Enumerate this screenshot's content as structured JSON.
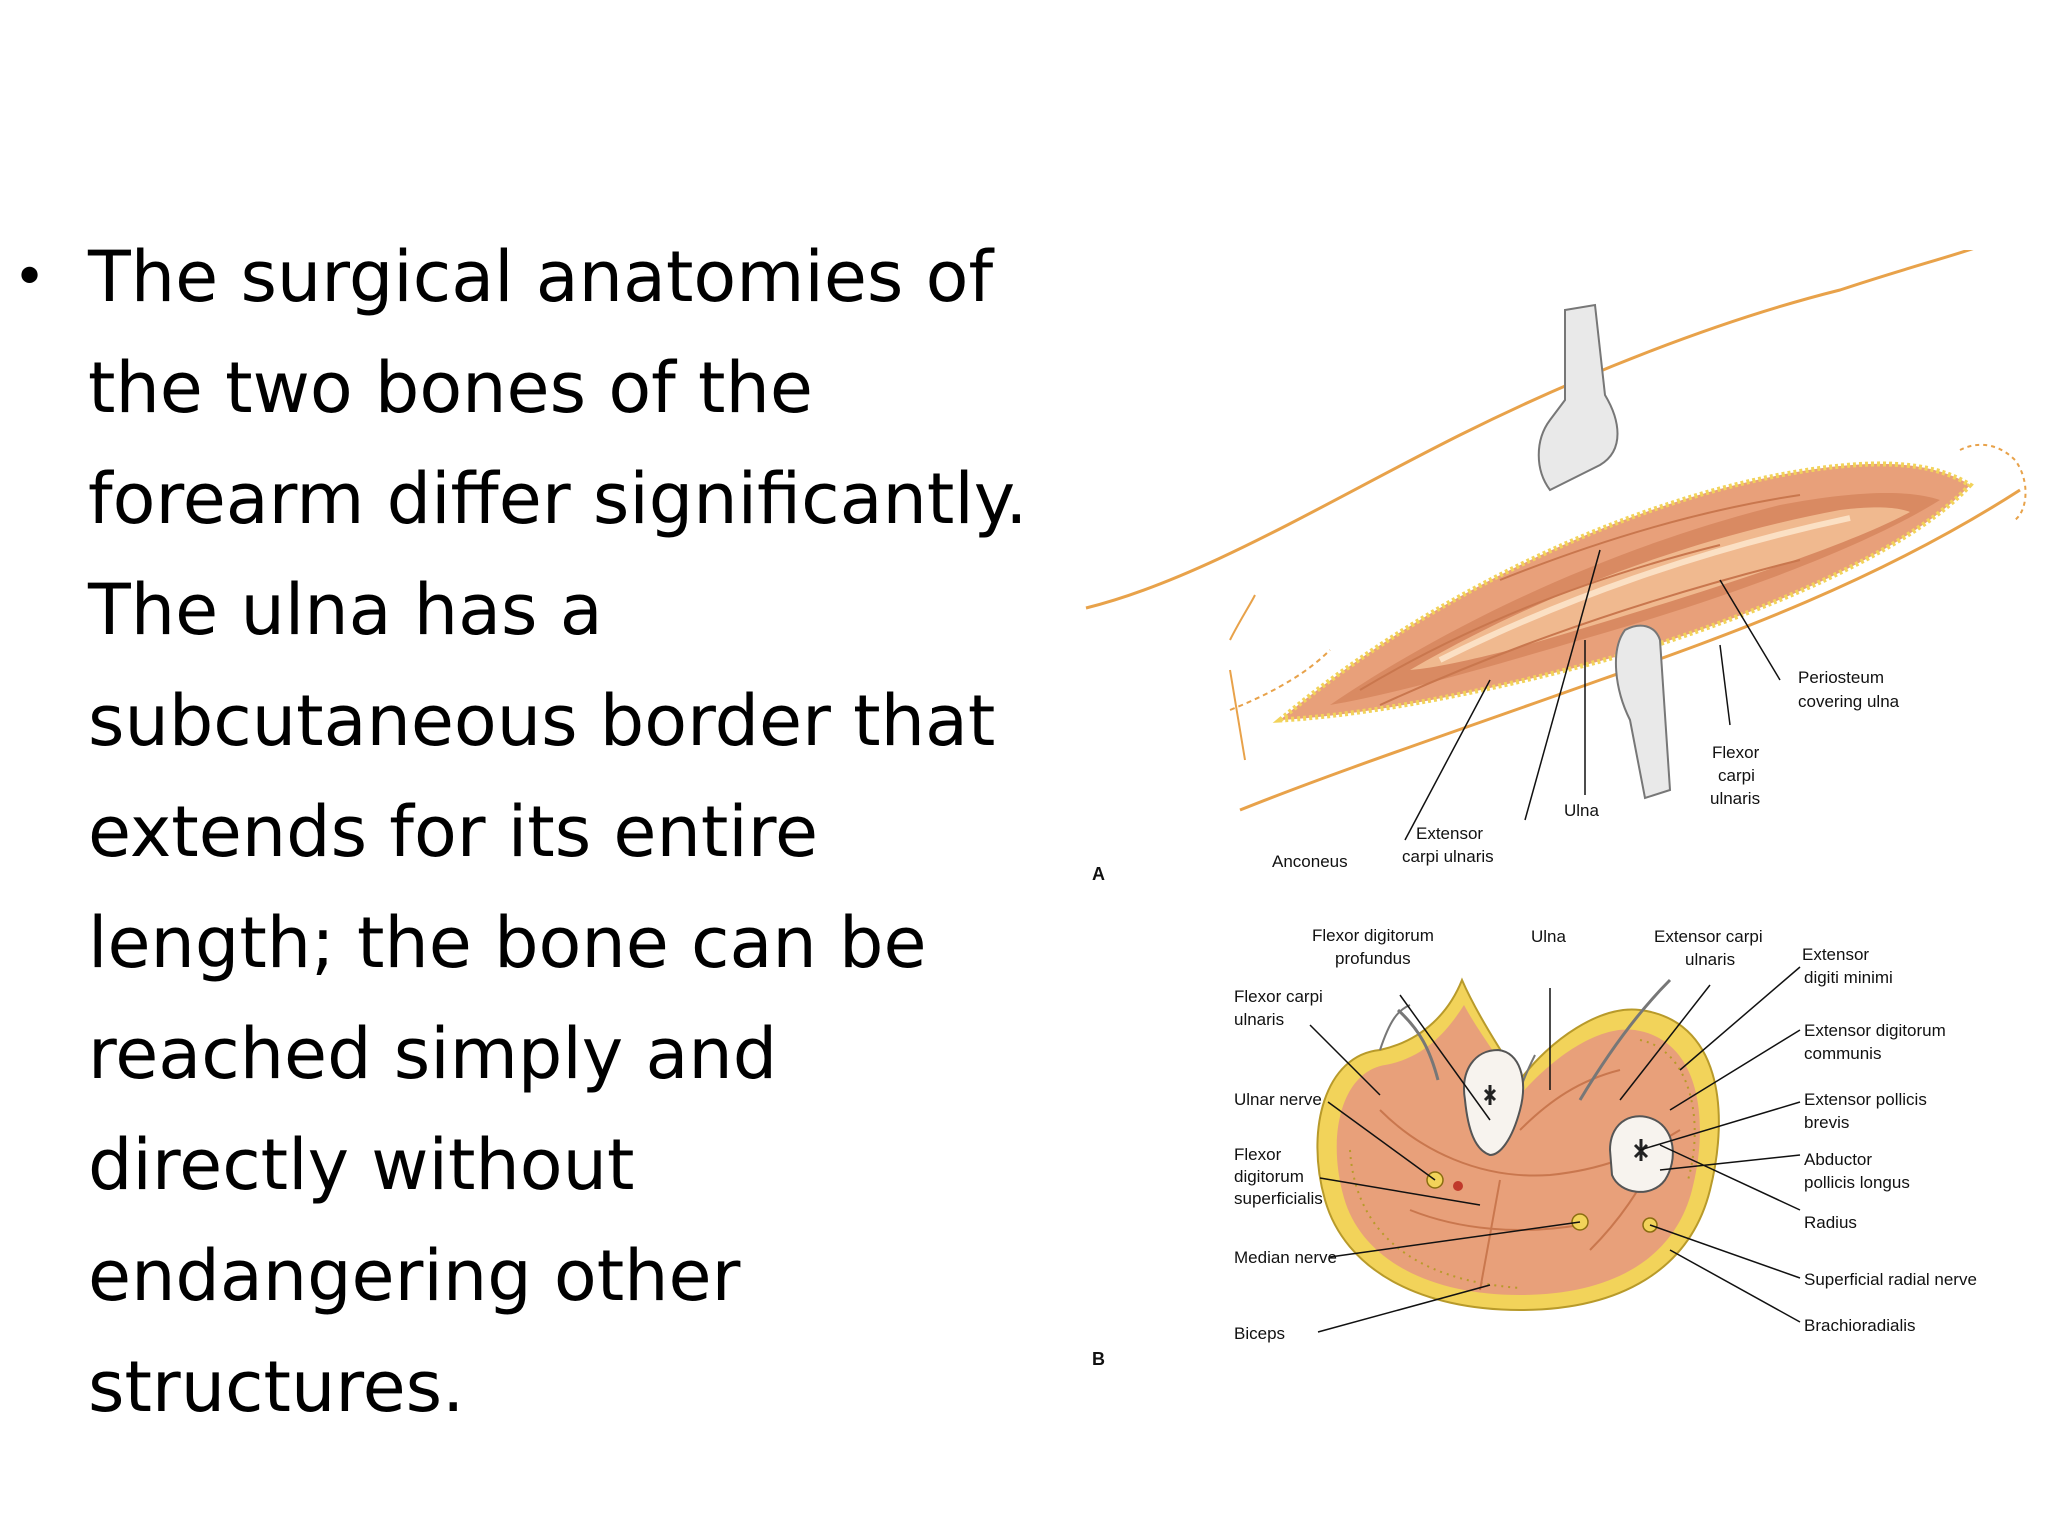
{
  "slide": {
    "bullet": "•",
    "lines": [
      " The surgical anatomies of",
      "the two bones of the",
      "forearm differ significantly.",
      "The ulna has a",
      "subcutaneous border that",
      "extends for its entire",
      "length; the bone can be",
      "reached simply and",
      "directly without",
      "endangering other",
      "structures."
    ]
  },
  "figure": {
    "panel_a": {
      "letter": "A",
      "labels": {
        "periosteum_1": "Periosteum",
        "periosteum_2": "covering ulna",
        "fcu_1": "Flexor",
        "fcu_2": "carpi",
        "fcu_3": "ulnaris",
        "ulna": "Ulna",
        "ecu_1": "Extensor",
        "ecu_2": "carpi ulnaris",
        "anconeus": "Anconeus"
      }
    },
    "panel_b": {
      "letter": "B",
      "labels": {
        "fdp_1": "Flexor digitorum",
        "fdp_2": "profundus",
        "ulna": "Ulna",
        "ecu_1": "Extensor carpi",
        "ecu_2": "ulnaris",
        "edm_1": "Extensor",
        "edm_2": "digiti minimi",
        "fcu_1": "Flexor carpi",
        "fcu_2": "ulnaris",
        "edc_1": "Extensor digitorum",
        "edc_2": "communis",
        "ulnar_nerve": "Ulnar nerve",
        "epb_1": "Extensor pollicis",
        "epb_2": "brevis",
        "fds_1": "Flexor",
        "fds_2": "digitorum",
        "fds_3": "superficialis",
        "apl_1": "Abductor",
        "apl_2": "pollicis longus",
        "radius": "Radius",
        "median_nerve": "Median nerve",
        "srn": "Superficial radial nerve",
        "biceps": "Biceps",
        "brachioradialis": "Brachioradialis"
      }
    },
    "colors": {
      "skin_line": "#e8a24a",
      "muscle": "#e8a07a",
      "muscle_dark": "#c9774e",
      "fat": "#f2d35a",
      "bone": "#f7f3ee",
      "retractor": "#e9e9e9"
    }
  }
}
